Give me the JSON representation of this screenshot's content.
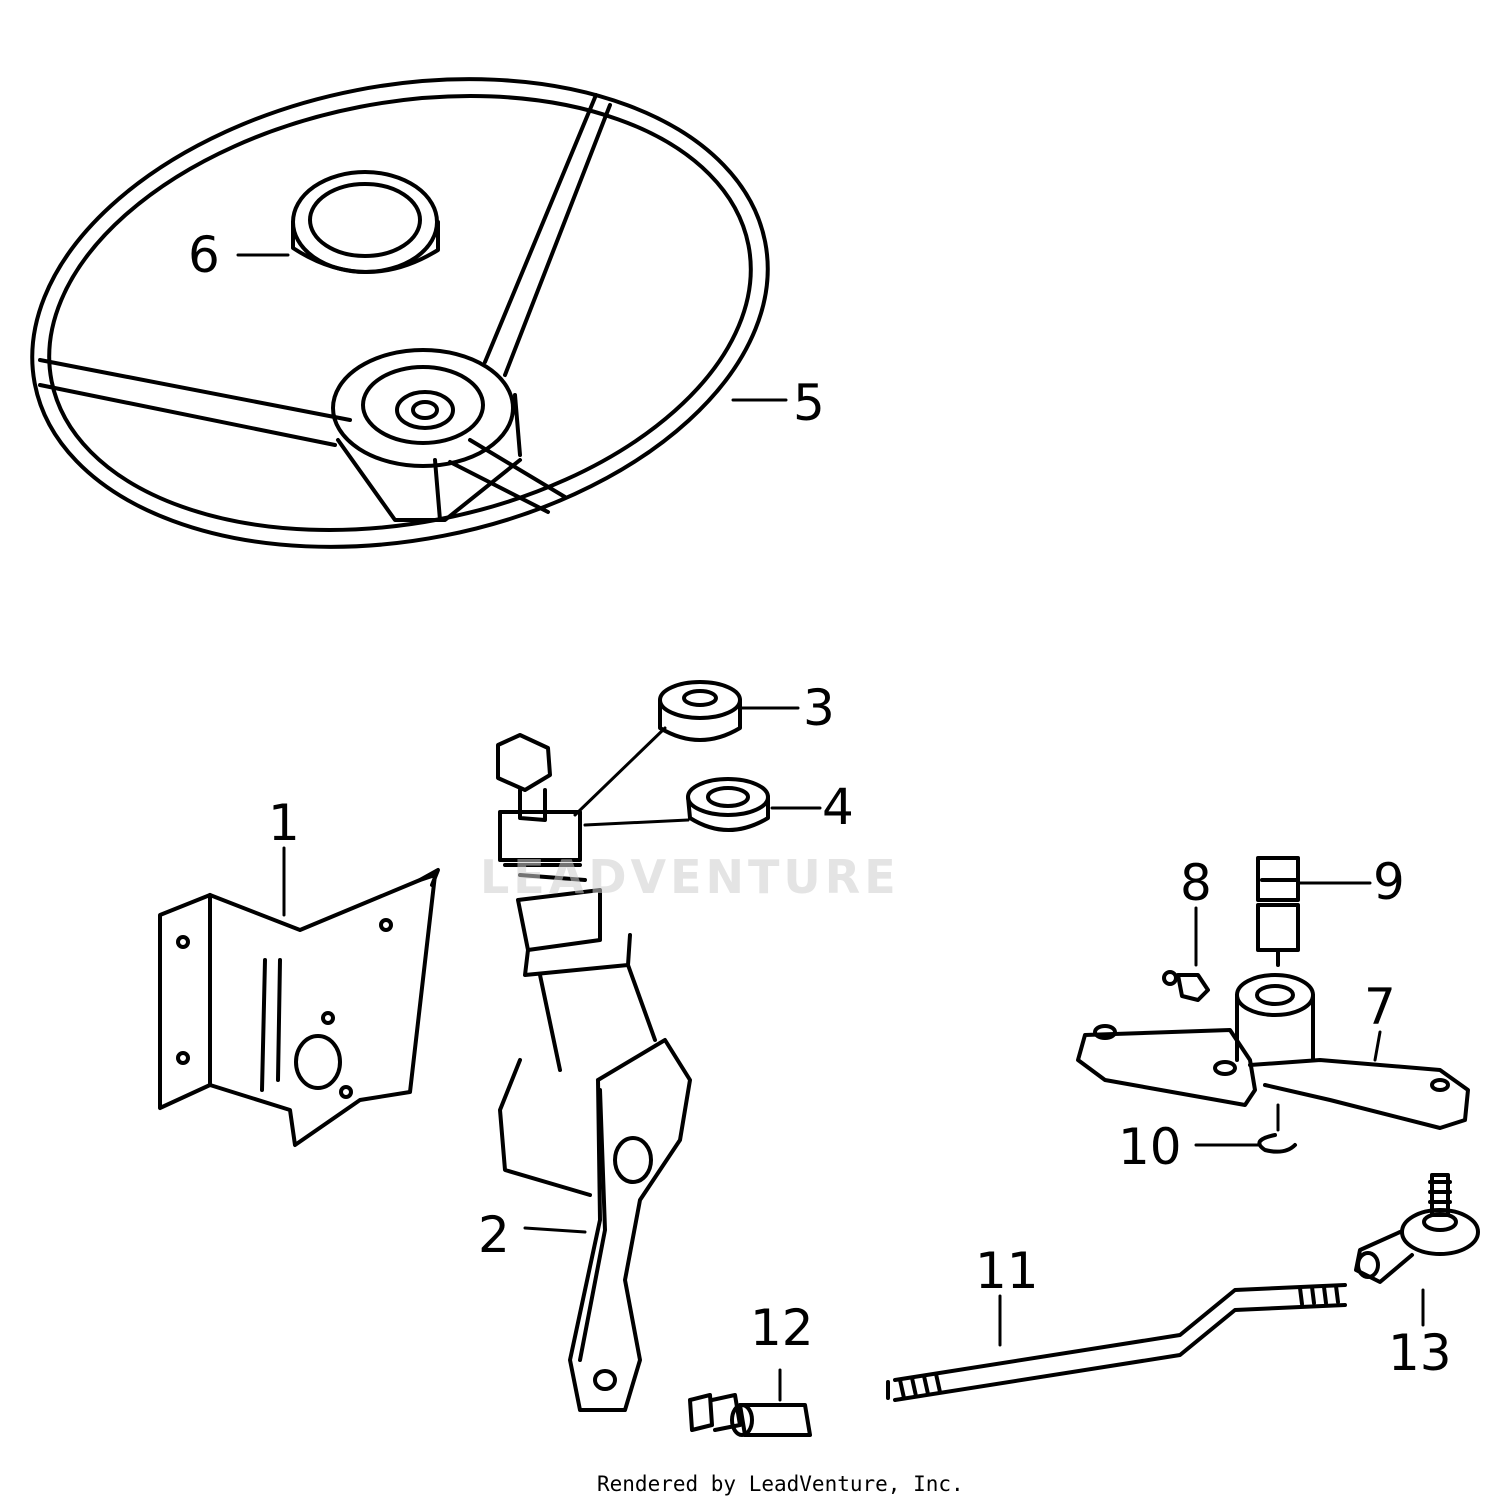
{
  "callouts": {
    "c1": "1",
    "c2": "2",
    "c3": "3",
    "c4": "4",
    "c5": "5",
    "c6": "6",
    "c7": "7",
    "c8": "8",
    "c9": "9",
    "c10": "10",
    "c11": "11",
    "c12": "12",
    "c13": "13"
  },
  "watermark": "LEADVENTURE",
  "footer": "Rendered by LeadVenture, Inc.",
  "colors": {
    "line": "#000000",
    "background": "#ffffff",
    "watermark": "#cfcfcf"
  }
}
